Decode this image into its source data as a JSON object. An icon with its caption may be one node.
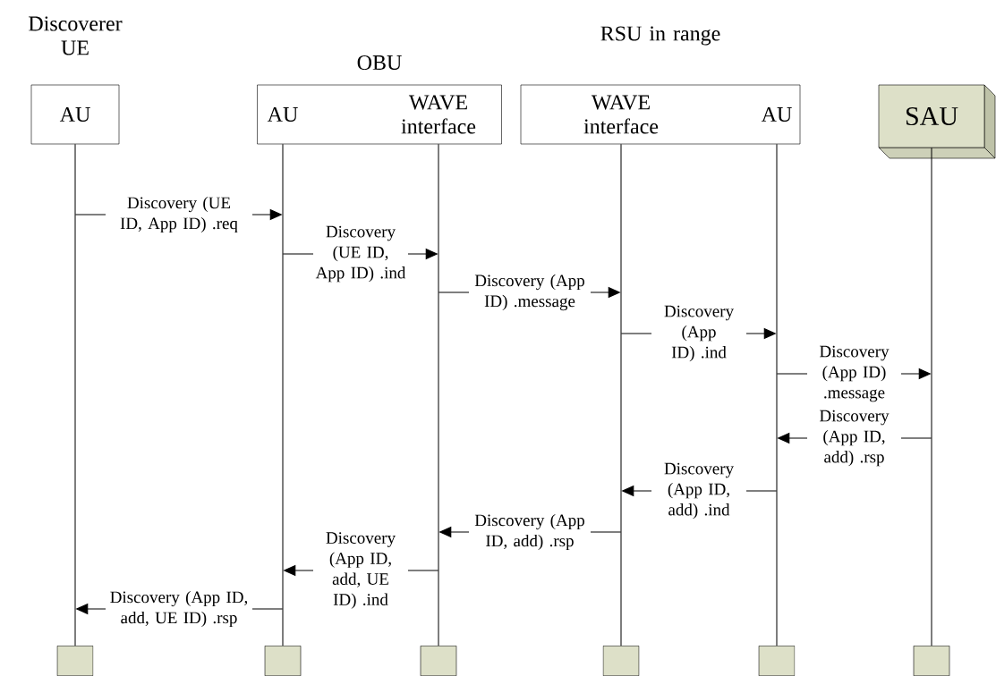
{
  "diagram": {
    "nodes": [
      {
        "text": [
          "Discoverer UE",
          "AU"
        ]
      },
      {
        "text": [
          "OBU"
        ]
      },
      {
        "text": [
          "AU"
        ],
        "in": 1
      },
      {
        "text": [
          "WAVE interface"
        ],
        "in": 1
      },
      {
        "text": [
          "RSU in range"
        ]
      },
      {
        "text": [
          "WAVE interface"
        ],
        "in": 4
      },
      {
        "text": [
          "AU"
        ],
        "in": 4
      },
      {
        "text": [
          "SAU"
        ]
      },
      {
        "text": [],
        "shape": "line"
      },
      {
        "text": [],
        "shape": "line"
      },
      {
        "text": [],
        "shape": "line"
      },
      {
        "text": [],
        "shape": "line"
      },
      {
        "text": [],
        "shape": "line"
      },
      {
        "text": [],
        "shape": "line"
      },
      {
        "text": [],
        "shape": "box"
      },
      {
        "text": [],
        "shape": "box"
      },
      {
        "text": [],
        "shape": "box"
      },
      {
        "text": [],
        "shape": "box"
      },
      {
        "text": [],
        "shape": "box"
      },
      {
        "text": [],
        "shape": "box"
      }
    ],
    "edges": [
      {
        "from": 8,
        "to": 9,
        "arrow": "to",
        "label": "Discovery (UE ID, App ID) .req"
      },
      {
        "from": 9,
        "to": 10,
        "arrow": "to",
        "label": "Discovery (UE ID, App ID) .ind"
      },
      {
        "from": 10,
        "to": 11,
        "arrow": "to",
        "label": "Discovery (App ID) .message"
      },
      {
        "from": 11,
        "to": 12,
        "arrow": "to",
        "label": "Discovery (App ID) .ind"
      },
      {
        "from": 12,
        "to": 13,
        "arrow": "to",
        "label": "Discovery (App ID) .message"
      },
      {
        "from": 13,
        "to": 12,
        "arrow": "to",
        "label": "Discovery (App ID, add) .rsp"
      },
      {
        "from": 12,
        "to": 11,
        "arrow": "to",
        "label": "Discovery (App ID, add) .ind"
      },
      {
        "from": 11,
        "to": 10,
        "arrow": "to",
        "label": "Discovery (App ID, add) .rsp"
      },
      {
        "from": 10,
        "to": 9,
        "arrow": "to",
        "label": "Discovery (App ID, add, UE ID) .ind"
      },
      {
        "from": 9,
        "to": 8,
        "arrow": "to",
        "label": "Discovery (App ID, add, UE ID) .rsp"
      }
    ]
  }
}
